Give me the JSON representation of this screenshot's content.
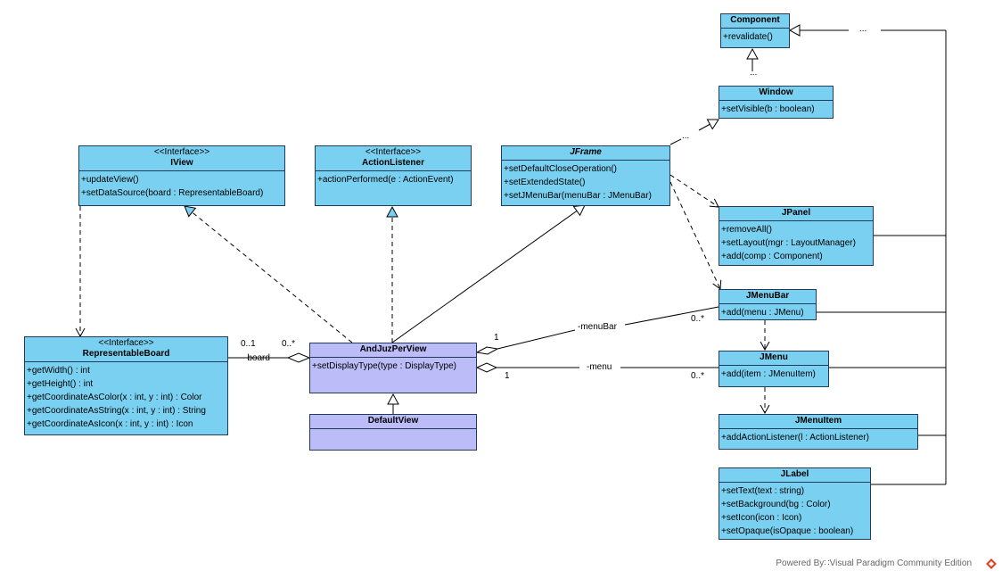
{
  "classes": {
    "component": {
      "name": "Component",
      "ops": [
        "+revalidate()"
      ]
    },
    "window": {
      "name": "Window",
      "ops": [
        "+setVisible(b : boolean)"
      ]
    },
    "iview": {
      "stereotype": "<<Interface>>",
      "name": "IView",
      "ops": [
        "+updateView()",
        "+setDataSource(board : RepresentableBoard)"
      ]
    },
    "actionlistener": {
      "stereotype": "<<Interface>>",
      "name": "ActionListener",
      "ops": [
        "+actionPerformed(e : ActionEvent)"
      ]
    },
    "jframe": {
      "name": "JFrame",
      "ops": [
        "+setDefaultCloseOperation()",
        "+setExtendedState()",
        "+setJMenuBar(menuBar : JMenuBar)"
      ]
    },
    "jpanel": {
      "name": "JPanel",
      "ops": [
        "+removeAll()",
        "+setLayout(mgr : LayoutManager)",
        "+add(comp : Component)"
      ]
    },
    "jmenubar": {
      "name": "JMenuBar",
      "ops": [
        "+add(menu : JMenu)"
      ]
    },
    "jmenu": {
      "name": "JMenu",
      "ops": [
        "+add(item : JMenuItem)"
      ]
    },
    "jmenuitem": {
      "name": "JMenuItem",
      "ops": [
        "+addActionListener(l : ActionListener)"
      ]
    },
    "jlabel": {
      "name": "JLabel",
      "ops": [
        "+setText(text : string)",
        "+setBackground(bg : Color)",
        "+setIcon(icon : Icon)",
        "+setOpaque(isOpaque : boolean)"
      ]
    },
    "representableboard": {
      "stereotype": "<<Interface>>",
      "name": "RepresentableBoard",
      "ops": [
        "+getWidth() : int",
        "+getHeight() : int",
        "+getCoordinateAsColor(x : int, y : int) : Color",
        "+getCoordinateAsString(x : int, y : int) : String",
        "+getCoordinateAsIcon(x : int, y : int) : Icon"
      ]
    },
    "andjuzperview": {
      "name": "AndJuzPerView",
      "ops": [
        "+setDisplayType(type : DisplayType)"
      ]
    },
    "defaultview": {
      "name": "DefaultView",
      "ops": []
    }
  },
  "labels": {
    "board_mult_left": "0..1",
    "board_mult_right": "0..*",
    "board_role": "-board",
    "menubar_mult_left": "1",
    "menubar_role": "-menuBar",
    "menubar_mult_right": "0..*",
    "menu_mult_left": "1",
    "menu_role": "-menu",
    "menu_mult_right": "0..*",
    "ellipsis_component": "...",
    "ellipsis_window": "...",
    "ellipsis_jframe": "..."
  },
  "footer": "Powered By∷Visual Paradigm Community Edition",
  "colors": {
    "class_fill": "#7ad0f0",
    "view_fill": "#bcbcf8",
    "border": "#1f3d5a",
    "logo": "#d9452b"
  }
}
